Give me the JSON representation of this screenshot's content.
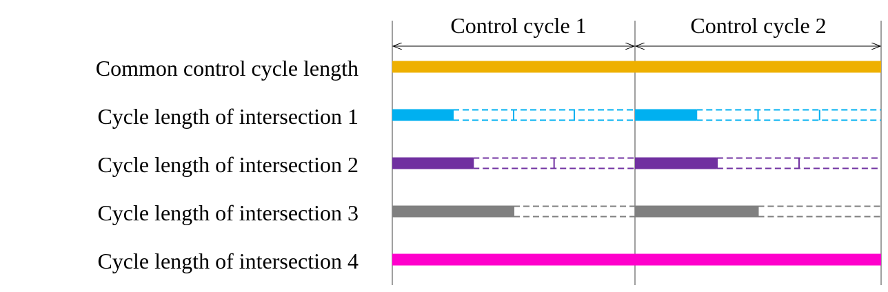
{
  "cycle_headers": [
    "Control cycle 1",
    "Control cycle 2"
  ],
  "rows": [
    {
      "label": "Common control cycle length",
      "color": "#EEB000",
      "style": "full",
      "solid_fraction": 1.0,
      "segments_per_cycle": 1
    },
    {
      "label": "Cycle length of intersection 1",
      "color": "#00B0F0",
      "style": "split",
      "solid_fraction": 0.25,
      "segments_per_cycle": 4
    },
    {
      "label": "Cycle length of intersection 2",
      "color": "#7030A0",
      "style": "split",
      "solid_fraction": 0.333,
      "segments_per_cycle": 3
    },
    {
      "label": "Cycle length of intersection 3",
      "color": "#808080",
      "style": "split",
      "solid_fraction": 0.5,
      "segments_per_cycle": 2
    },
    {
      "label": "Cycle length of intersection 4",
      "color": "#FF00CC",
      "style": "full",
      "solid_fraction": 1.0,
      "segments_per_cycle": 1
    }
  ]
}
